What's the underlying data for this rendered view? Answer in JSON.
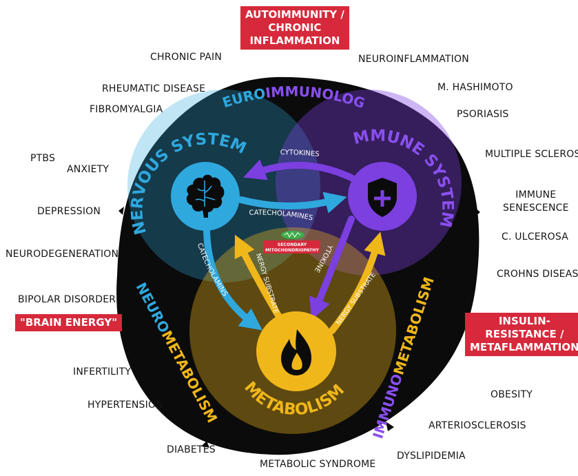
{
  "badges": {
    "autoimmunity": [
      "AUTOIMMUNITY /",
      "CHRONIC",
      "INFLAMMATION"
    ],
    "brain_energy": [
      "\"BRAIN ENERGY\""
    ],
    "insulin": [
      "INSULIN-",
      "RESISTANCE /",
      "METAFLAMMATION"
    ]
  },
  "conditions": {
    "chronic_pain": "CHRONIC PAIN",
    "rheumatic": "RHEUMATIC DISEASE",
    "fibromyalgia": "FIBROMYALGIA",
    "ptbs": "PTBS",
    "anxiety": "ANXIETY",
    "depression": "DEPRESSION",
    "neurodegeneration": "NEURODEGENERATION",
    "bipolar": "BIPOLAR DISORDER",
    "infertility": "INFERTILITY",
    "hypertension": "HYPERTENSION",
    "diabetes": "DIABETES",
    "metabolic_syndrome": "METABOLIC SYNDROME",
    "dyslipidemia": "DYSLIPIDEMIA",
    "arteriosclerosis": "ARTERIOSCLEROSIS",
    "obesity": "OBESITY",
    "crohns": "CROHNS DISEASE",
    "c_ulcerosa": "C. ULCEROSA",
    "immune_senescence": [
      "IMMUNE",
      "SENESCENCE"
    ],
    "multiple_sclerosis": "MULTIPLE SCLEROSIS",
    "psoriasis": "PSORIASIS",
    "hashimoto": "M. HASHIMOTO",
    "neuroinflammation": "NEUROINFLAMMATION"
  },
  "systems": {
    "nervous": "NERVOUS SYSTEM",
    "immune": "IMMUNE SYSTEM",
    "metabolism": "METABOLISM"
  },
  "fields": {
    "neuroimmunology": {
      "a": "NEURO",
      "b": "IMMUNOLOGY"
    },
    "neurometabolism": {
      "a": "NEURO",
      "b": "METABOLISM"
    },
    "immunometabolism": {
      "a": "IMMUNO",
      "b": "METABOLISM"
    }
  },
  "arrows": {
    "cytokines_top": "CYTOKINES",
    "catecholamines": "CATECHOLAMINES",
    "catecholamins": "CATECHOLAMINS",
    "cytokines_right": "CYTOKINES",
    "energy_left": "ENERGY SUBSTRATES",
    "energy_right": "ENERGY SUBSTRATES"
  },
  "center": {
    "line1": "SECONDARY",
    "line2": "MITOCHONDRIOPATHY"
  },
  "colors": {
    "nervous": "#2fa8de",
    "immune": "#7c3fe0",
    "metabolism": "#f0b71a",
    "badge": "#d6293b",
    "disk": "#0b0b0b",
    "center_badge": "#d6293b"
  },
  "icons": {
    "nervous": "brain-icon",
    "immune": "shield-plus-icon",
    "metabolism": "flame-icon",
    "center": "mitochondrion-icon"
  }
}
